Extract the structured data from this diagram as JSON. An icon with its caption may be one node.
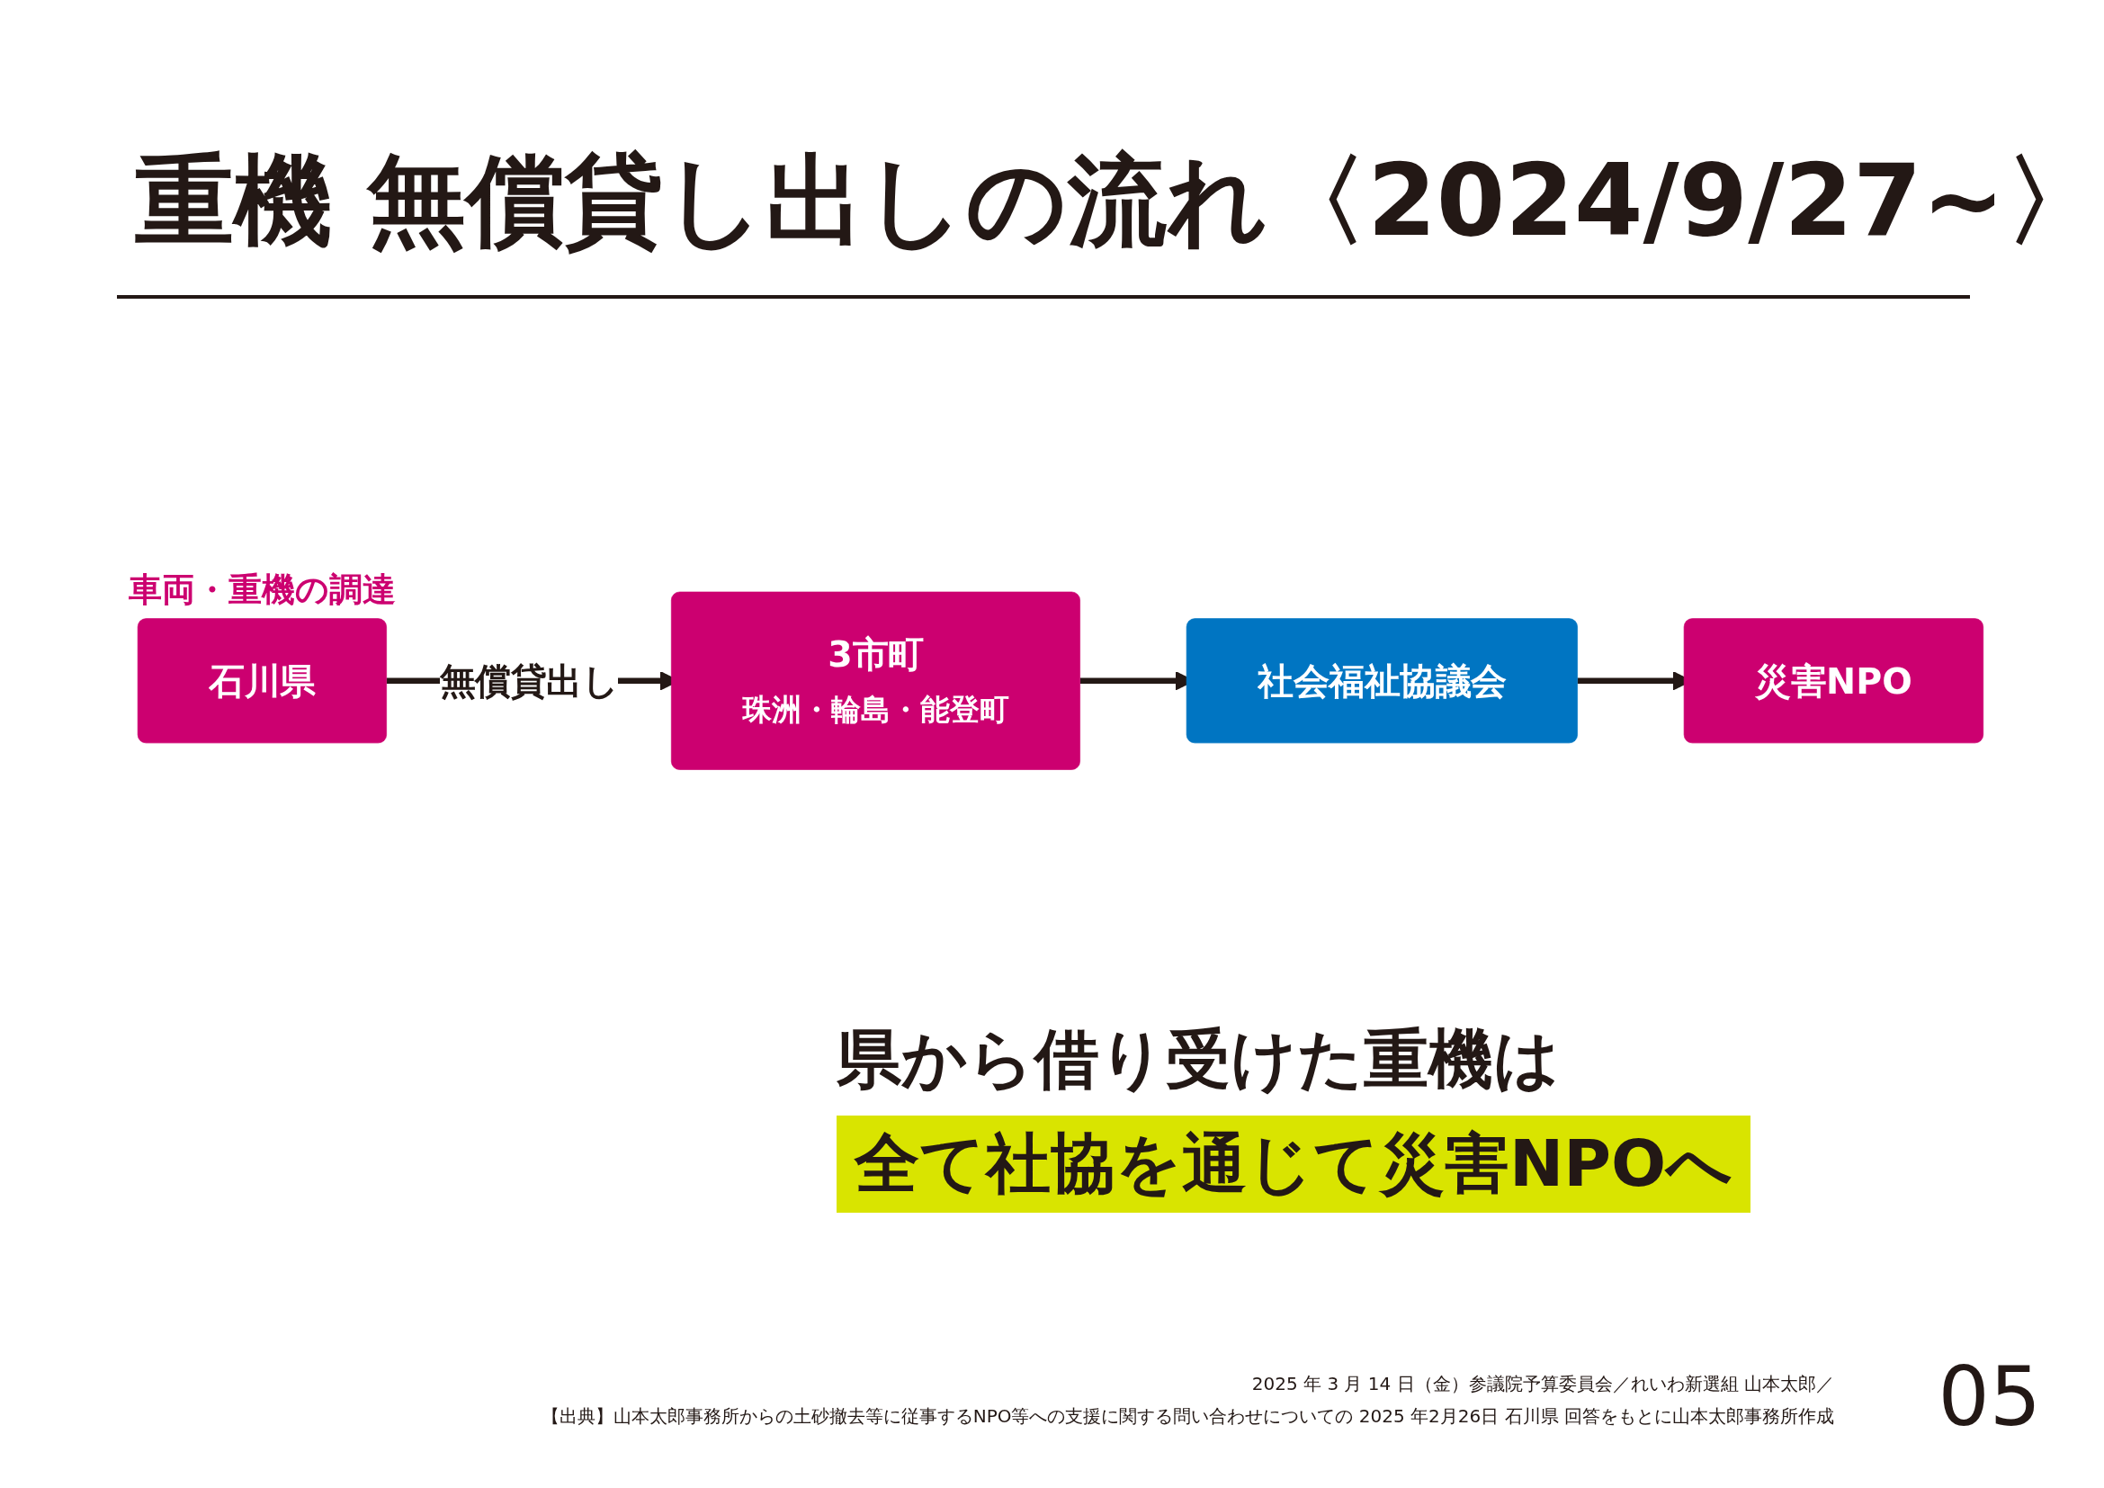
{
  "diagram": {
    "title": "重機 無償貸し出しの流れ〈2024/9/27~〉",
    "nodes": [
      {
        "text": [
          "石川県"
        ],
        "beside": [
          "車両・重機の調達"
        ]
      },
      {
        "text": [
          "3市町",
          "珠洲・輪島・能登町"
        ]
      },
      {
        "text": [
          "社会福祉協議会"
        ]
      },
      {
        "text": [
          "災害NPO"
        ]
      }
    ],
    "edges": [
      {
        "from": 0,
        "to": 1,
        "arrow": "to",
        "label": "無償貸出し"
      },
      {
        "from": 1,
        "to": 2,
        "arrow": "to"
      },
      {
        "from": 2,
        "to": 3,
        "arrow": "to"
      }
    ],
    "labels": [
      "県から借り受けた重機は",
      "全て社協を通じて災害NPOへ",
      "2025 年 3 月 14 日（金）参議院予算委員会／れいわ新選組 山本太郎／",
      "【出典】山本太郎事務所からの土砂撤去等に従事するNPO等への支援に関する問い合わせについての 2025 年2月26日 石川県 回答をもとに山本太郎事務所作成",
      "05"
    ]
  }
}
